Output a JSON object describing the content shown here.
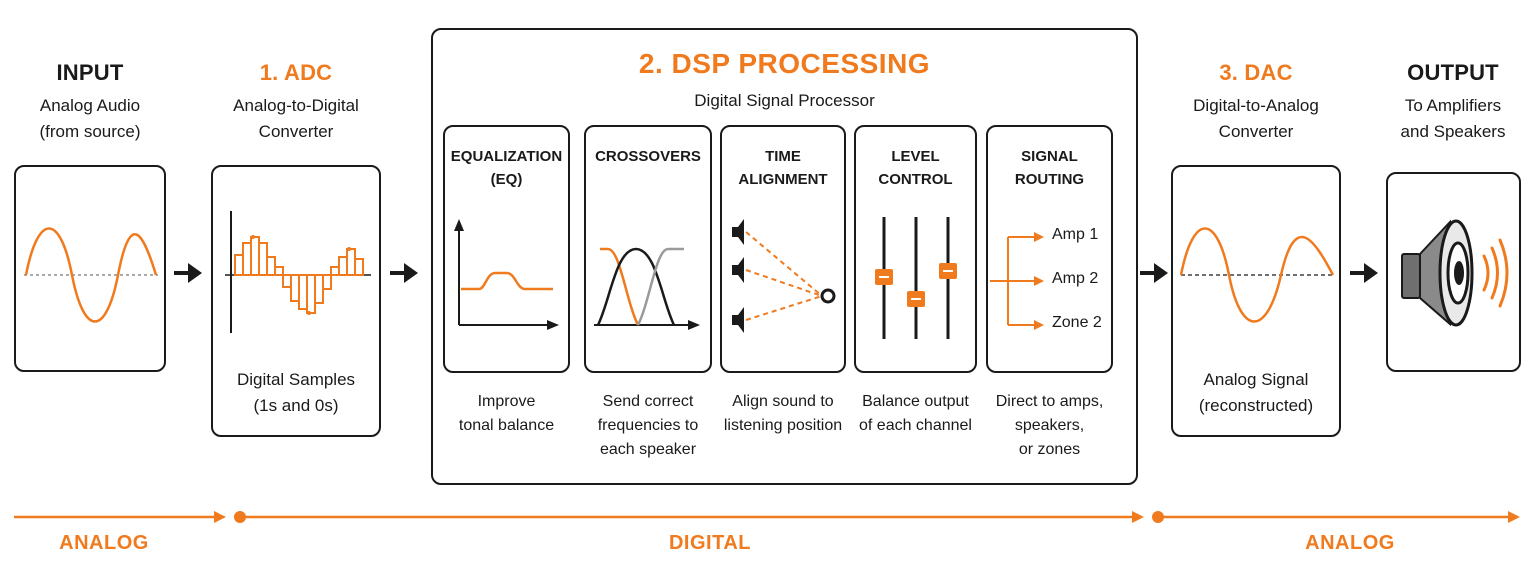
{
  "colors": {
    "accent": "#f07a1e",
    "ink": "#1a1a1a",
    "grey": "#9a9a9a"
  },
  "input": {
    "title": "INPUT",
    "sub1": "Analog Audio",
    "sub2": "(from source)",
    "icon": "sine-wave-icon"
  },
  "adc": {
    "title": "1. ADC",
    "sub1": "Analog-to-Digital",
    "sub2": "Converter",
    "caption1": "Digital Samples",
    "caption2": "(1s and 0s)",
    "icon": "sampled-wave-icon"
  },
  "dsp": {
    "title": "2. DSP PROCESSING",
    "subtitle": "Digital Signal Processor",
    "modules": [
      {
        "title1": "EQUALIZATION",
        "title2": "(EQ)",
        "desc": [
          "Improve",
          "tonal balance"
        ],
        "icon": "eq-curve-icon"
      },
      {
        "title1": "CROSSOVERS",
        "title2": "",
        "desc": [
          "Send correct",
          "frequencies to",
          "each speaker"
        ],
        "icon": "crossover-curves-icon"
      },
      {
        "title1": "TIME",
        "title2": "ALIGNMENT",
        "desc": [
          "Align sound to",
          "listening position"
        ],
        "icon": "time-alignment-icon"
      },
      {
        "title1": "LEVEL",
        "title2": "CONTROL",
        "desc": [
          "Balance output",
          "of each channel"
        ],
        "icon": "faders-icon"
      },
      {
        "title1": "SIGNAL",
        "title2": "ROUTING",
        "desc": [
          "Direct to amps,",
          "speakers,",
          "or zones"
        ],
        "icon": "routing-icon",
        "routes": [
          "Amp 1",
          "Amp 2",
          "Zone 2"
        ]
      }
    ]
  },
  "dac": {
    "title": "3. DAC",
    "sub1": "Digital-to-Analog",
    "sub2": "Converter",
    "caption1": "Analog Signal",
    "caption2": "(reconstructed)",
    "icon": "reconstructed-wave-icon"
  },
  "output": {
    "title": "OUTPUT",
    "sub1": "To Amplifiers",
    "sub2": "and Speakers",
    "icon": "speaker-icon"
  },
  "domains": {
    "left": "ANALOG",
    "middle": "DIGITAL",
    "right": "ANALOG"
  }
}
